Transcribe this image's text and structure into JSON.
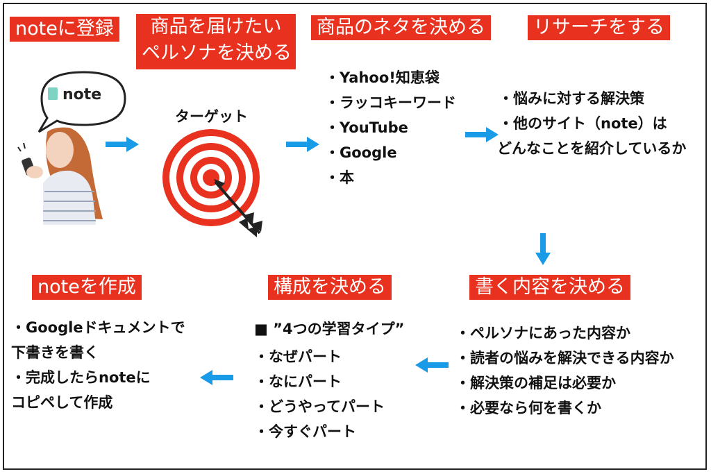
{
  "steps": {
    "register": "noteに登録",
    "persona_line1": "商品を届けたい",
    "persona_line2": "ペルソナを決める",
    "topic": "商品のネタを決める",
    "research": "リサーチをする",
    "content": "書く内容を決める",
    "structure": "構成を決める",
    "create": "noteを作成"
  },
  "note_logo": "note",
  "target_label": "ターゲット",
  "topic_items": [
    "・Yahoo!知恵袋",
    "・ラッコキーワード",
    "・YouTube",
    "・Google",
    "・本"
  ],
  "research_items": [
    "・悩みに対する解決策",
    "・他のサイト（note）は",
    "どんなことを紹介しているか"
  ],
  "content_items": [
    "・ペルソナにあった内容か",
    "・読者の悩みを解決できる内容か",
    "・解決策の補足は必要か",
    "・必要なら何を書くか"
  ],
  "structure_heading": "■ ”4つの学習タイプ”",
  "structure_items": [
    "・なぜパート",
    "・なにパート",
    "・どうやってパート",
    "・今すぐパート"
  ],
  "create_items": [
    "・Googleドキュメントで",
    "下書きを書く",
    "・完成したらnoteに",
    "コピペして作成"
  ],
  "colors": {
    "label_bg": "#e8311e",
    "arrow": "#1a9be8",
    "target": "#e8311e"
  }
}
